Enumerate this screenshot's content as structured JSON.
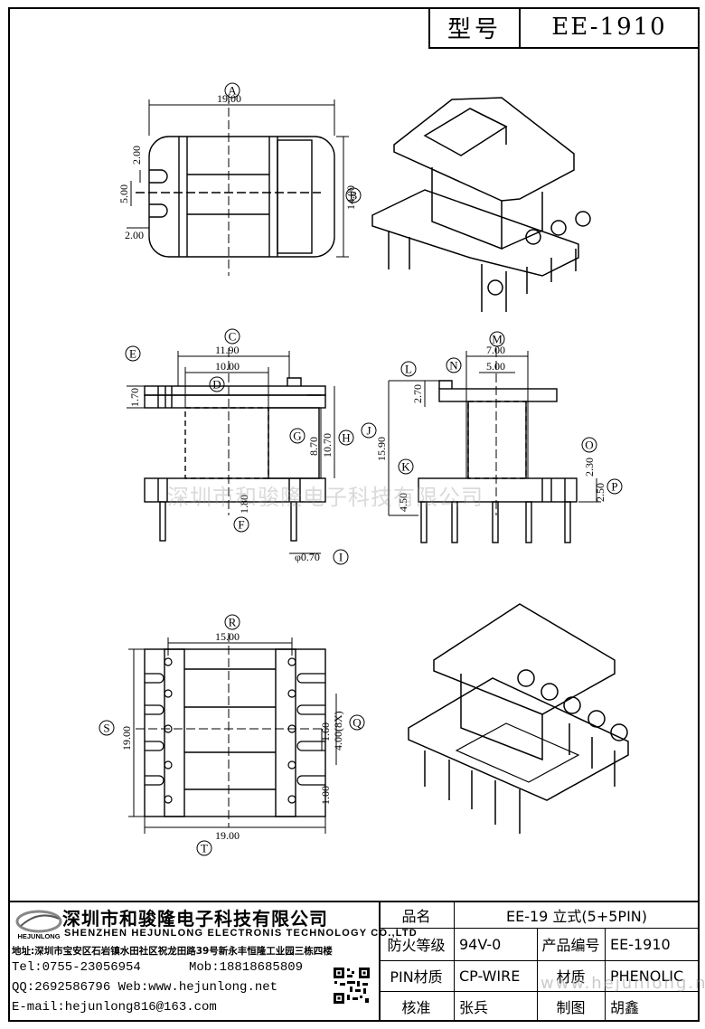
{
  "title_block_top": {
    "label": "型号",
    "model": "EE-1910"
  },
  "dimensions": {
    "A": "A",
    "B": "B",
    "C": "C",
    "D": "D",
    "E": "E",
    "F": "F",
    "G": "G",
    "H": "H",
    "I": "I",
    "J": "J",
    "K": "K",
    "L": "L",
    "M": "M",
    "N": "N",
    "O": "O",
    "P": "P",
    "Q": "Q",
    "R": "R",
    "S": "S",
    "T": "T",
    "top_width": "19.00",
    "top_height": "14.00",
    "slot_gap": "5.00",
    "slot_upper": "2.00",
    "slot_lower": "2.00",
    "front_outer": "11.90",
    "front_inner": "10.00",
    "flange_thick": "1.70",
    "winding_h": "8.70",
    "total_h": "10.70",
    "base_h": "1.80",
    "pin_dia": "φ0.70",
    "side_outer": "7.00",
    "side_inner": "5.00",
    "side_top": "2.70",
    "side_total": "15.90",
    "side_pin": "4.50",
    "side_o": "2.30",
    "side_p": "2.50",
    "bottom_pin_span": "15.00",
    "bottom_height": "19.00",
    "bottom_width": "19.00",
    "pin_pitch": "4.00(8X)",
    "pin_hole": "1.60",
    "pin_slot": "1.00"
  },
  "watermark": "深圳市和骏隆电子科技有限公司",
  "watermark_url": "www.hejunlong.net",
  "company": {
    "logo_text": "HEJUNLONG",
    "name_cn": "深圳市和骏隆电子科技有限公司",
    "name_en": "SHENZHEN HEJUNLONG ELECTRONIS TECHNOLOGY CO.,LTD",
    "address": "地址:深圳市宝安区石岩镇水田社区祝龙田路39号新永丰恒隆工业园三栋四楼",
    "tel": "Tel:0755-23056954",
    "mob": "Mob:18818685809",
    "qq": "QQ:2692586796",
    "web": "Web:www.hejunlong.net",
    "email": "E-mail:hejunlong816@163.com"
  },
  "spec_table": {
    "name_label": "品名",
    "name_value": "EE-19 立式(5+5PIN)",
    "fire_label": "防火等级",
    "fire_value": "94V-0",
    "code_label": "产品编号",
    "code_value": "EE-1910",
    "pin_label": "PIN材质",
    "pin_value": "CP-WIRE",
    "material_label": "材质",
    "material_value": "PHENOLIC",
    "check_label": "核准",
    "check_value": "张兵",
    "draw_label": "制图",
    "draw_value": "胡鑫"
  }
}
